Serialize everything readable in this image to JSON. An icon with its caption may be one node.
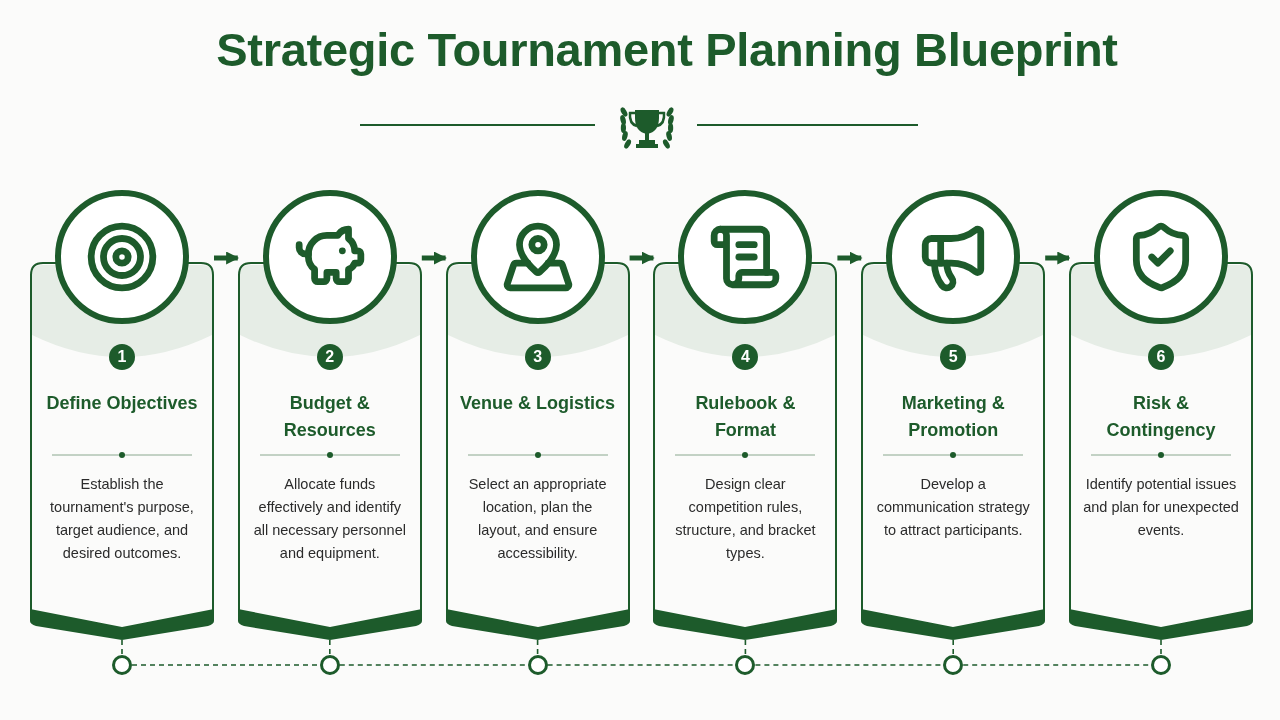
{
  "diagram": {
    "title": "Strategic Tournament Planning Blueprint",
    "nodes": [
      {
        "text": [
          "1",
          "Define Objectives",
          "Establish the tournament's purpose, target audience, and desired outcomes."
        ]
      },
      {
        "text": [
          "2",
          "Budget & Resources",
          "Allocate funds effectively and identify all necessary personnel and equipment."
        ]
      },
      {
        "text": [
          "3",
          "Venue & Logistics",
          "Select an appropriate location, plan the layout, and ensure accessibility."
        ]
      },
      {
        "text": [
          "4",
          "Rulebook & Format",
          "Design clear competition rules, structure, and bracket types."
        ]
      },
      {
        "text": [
          "5",
          "Marketing & Promotion",
          "Develop a communication strategy to attract participants."
        ]
      },
      {
        "text": [
          "6",
          "Risk & Contingency",
          "Identify potential issues and plan for unexpected events."
        ]
      },
      {
        "text": [],
        "shape": "circle"
      },
      {
        "text": [],
        "shape": "circle"
      },
      {
        "text": [],
        "shape": "circle"
      },
      {
        "text": [],
        "shape": "circle"
      },
      {
        "text": [],
        "shape": "circle"
      },
      {
        "text": [],
        "shape": "circle"
      }
    ],
    "edges": [
      {
        "from": 0,
        "to": 1,
        "arrow": "to",
        "style": "thick"
      },
      {
        "from": 1,
        "to": 2,
        "arrow": "to",
        "style": "thick"
      },
      {
        "from": 2,
        "to": 3,
        "arrow": "to",
        "style": "thick"
      },
      {
        "from": 3,
        "to": 4,
        "arrow": "to",
        "style": "thick"
      },
      {
        "from": 4,
        "to": 5,
        "arrow": "to",
        "style": "thick"
      },
      {
        "from": 0,
        "to": 6,
        "arrow": "none",
        "style": "dashed"
      },
      {
        "from": 1,
        "to": 7,
        "arrow": "none",
        "style": "dashed"
      },
      {
        "from": 2,
        "to": 8,
        "arrow": "none",
        "style": "dashed"
      },
      {
        "from": 3,
        "to": 9,
        "arrow": "none",
        "style": "dashed"
      },
      {
        "from": 4,
        "to": 10,
        "arrow": "none",
        "style": "dashed"
      },
      {
        "from": 5,
        "to": 11,
        "arrow": "none",
        "style": "dashed"
      },
      {
        "from": 6,
        "to": 7,
        "arrow": "none",
        "style": "dashed"
      },
      {
        "from": 7,
        "to": 8,
        "arrow": "none",
        "style": "dashed"
      },
      {
        "from": 8,
        "to": 9,
        "arrow": "none",
        "style": "dashed"
      },
      {
        "from": 9,
        "to": 10,
        "arrow": "none",
        "style": "dashed"
      },
      {
        "from": 10,
        "to": 11,
        "arrow": "none",
        "style": "dashed"
      }
    ]
  }
}
